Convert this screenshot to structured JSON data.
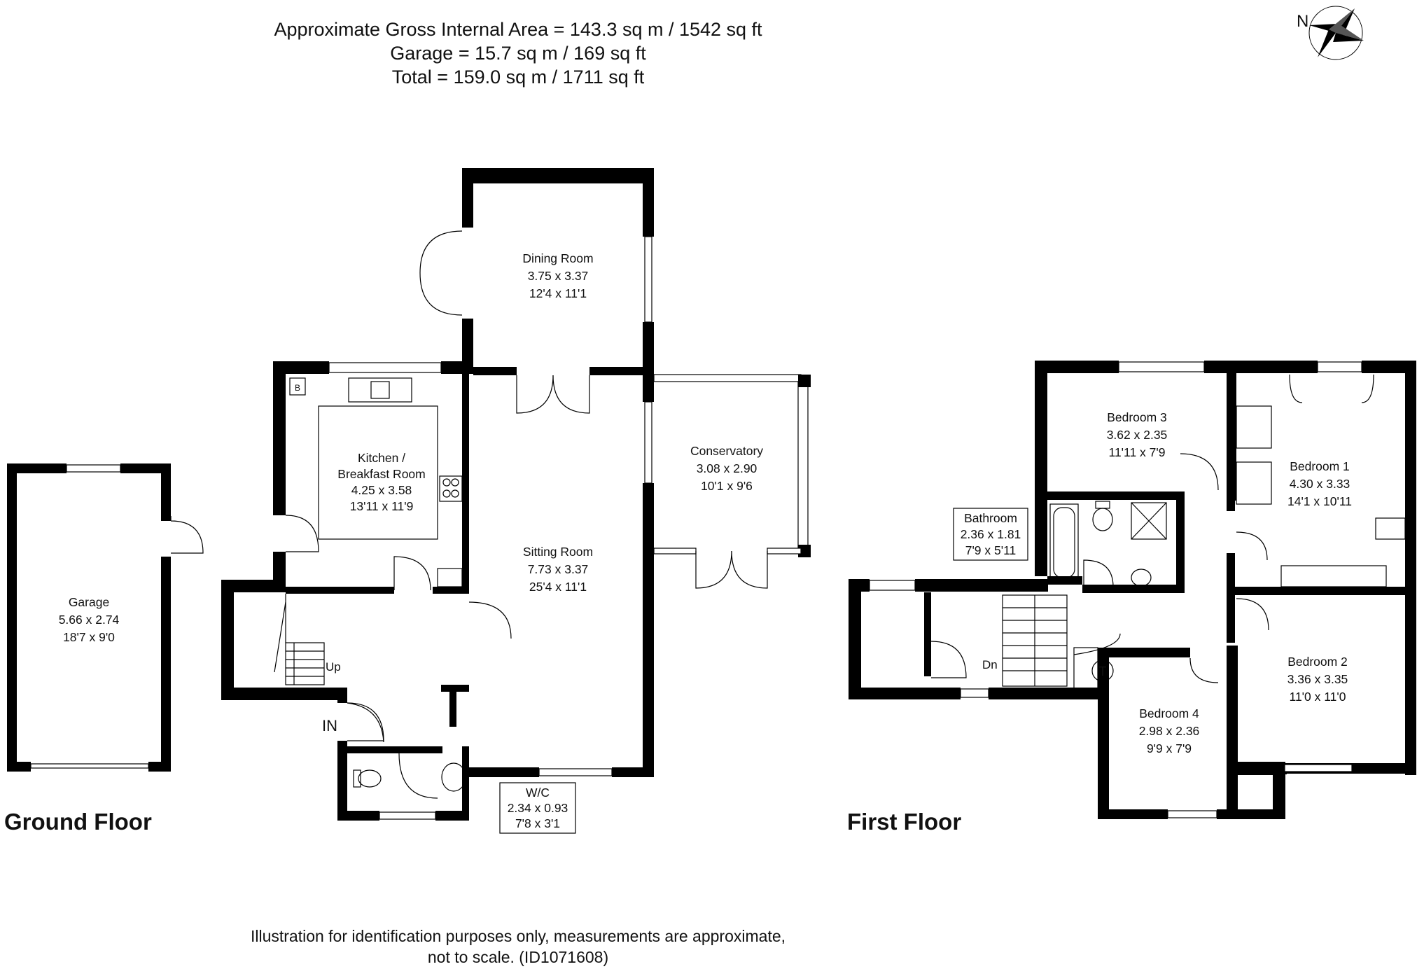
{
  "header": {
    "line1": "Approximate Gross Internal Area = 143.3 sq m / 1542 sq ft",
    "line2": "Garage = 15.7 sq m / 169 sq ft",
    "line3": "Total = 159.0 sq m / 1711 sq ft"
  },
  "compass": {
    "label": "N"
  },
  "floors": {
    "ground": "Ground Floor",
    "first": "First Floor"
  },
  "rooms": {
    "dining": {
      "name": "Dining Room",
      "metric": "3.75 x 3.37",
      "imperial": "12'4 x 11'1"
    },
    "kitchen": {
      "name1": "Kitchen /",
      "name2": "Breakfast Room",
      "metric": "4.25 x 3.58",
      "imperial": "13'11 x 11'9"
    },
    "conservatory": {
      "name": "Conservatory",
      "metric": "3.08 x 2.90",
      "imperial": "10'1 x 9'6"
    },
    "sitting": {
      "name": "Sitting Room",
      "metric": "7.73 x 3.37",
      "imperial": "25'4 x 11'1"
    },
    "garage": {
      "name": "Garage",
      "metric": "5.66 x 2.74",
      "imperial": "18'7 x 9'0"
    },
    "wc": {
      "name": "W/C",
      "metric": "2.34 x 0.93",
      "imperial": "7'8 x 3'1"
    },
    "bedroom3": {
      "name": "Bedroom 3",
      "metric": "3.62 x 2.35",
      "imperial": "11'11 x 7'9"
    },
    "bedroom1": {
      "name": "Bedroom 1",
      "metric": "4.30 x 3.33",
      "imperial": "14'1 x 10'11"
    },
    "bathroom": {
      "name": "Bathroom",
      "metric": "2.36 x 1.81",
      "imperial": "7'9 x 5'11"
    },
    "bedroom2": {
      "name": "Bedroom 2",
      "metric": "3.36 x 3.35",
      "imperial": "11'0 x 11'0"
    },
    "bedroom4": {
      "name": "Bedroom 4",
      "metric": "2.98 x 2.36",
      "imperial": "9'9 x 7'9"
    }
  },
  "markers": {
    "up": "Up",
    "down": "Dn",
    "entrance": "IN",
    "boiler": "B",
    "tank": "T"
  },
  "disclaimer": {
    "line1": "Illustration for identification purposes only, measurements are approximate,",
    "line2": "not to scale. (ID1071608)"
  }
}
